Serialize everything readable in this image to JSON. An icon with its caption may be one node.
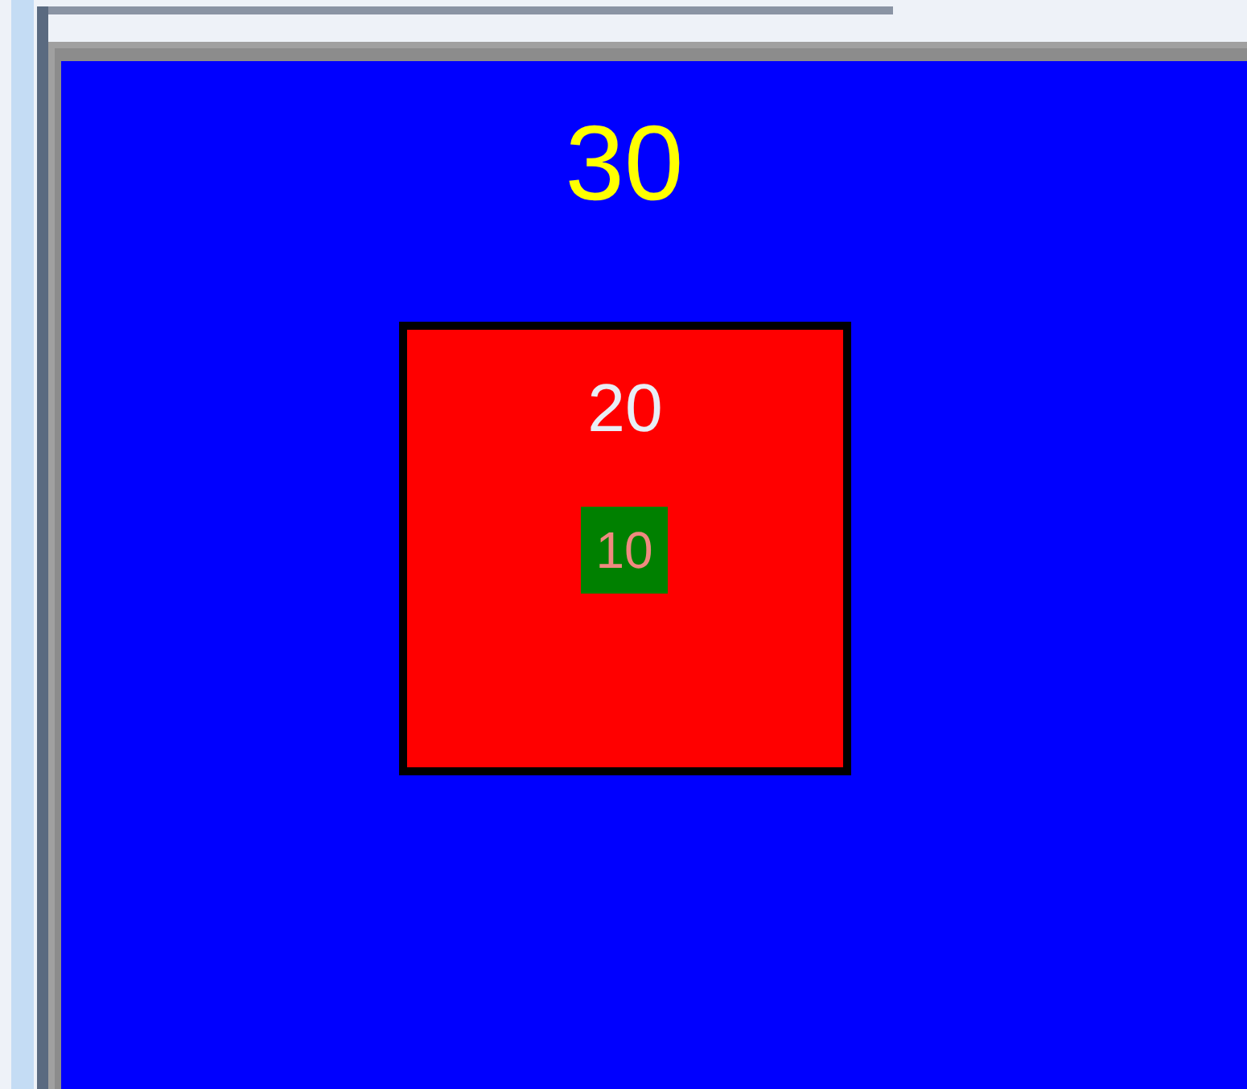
{
  "diagram": {
    "nodes": [
      {
        "text": [
          "30"
        ]
      },
      {
        "text": [
          "20"
        ],
        "in": 0
      },
      {
        "text": [
          "10"
        ],
        "in": 1
      }
    ]
  }
}
